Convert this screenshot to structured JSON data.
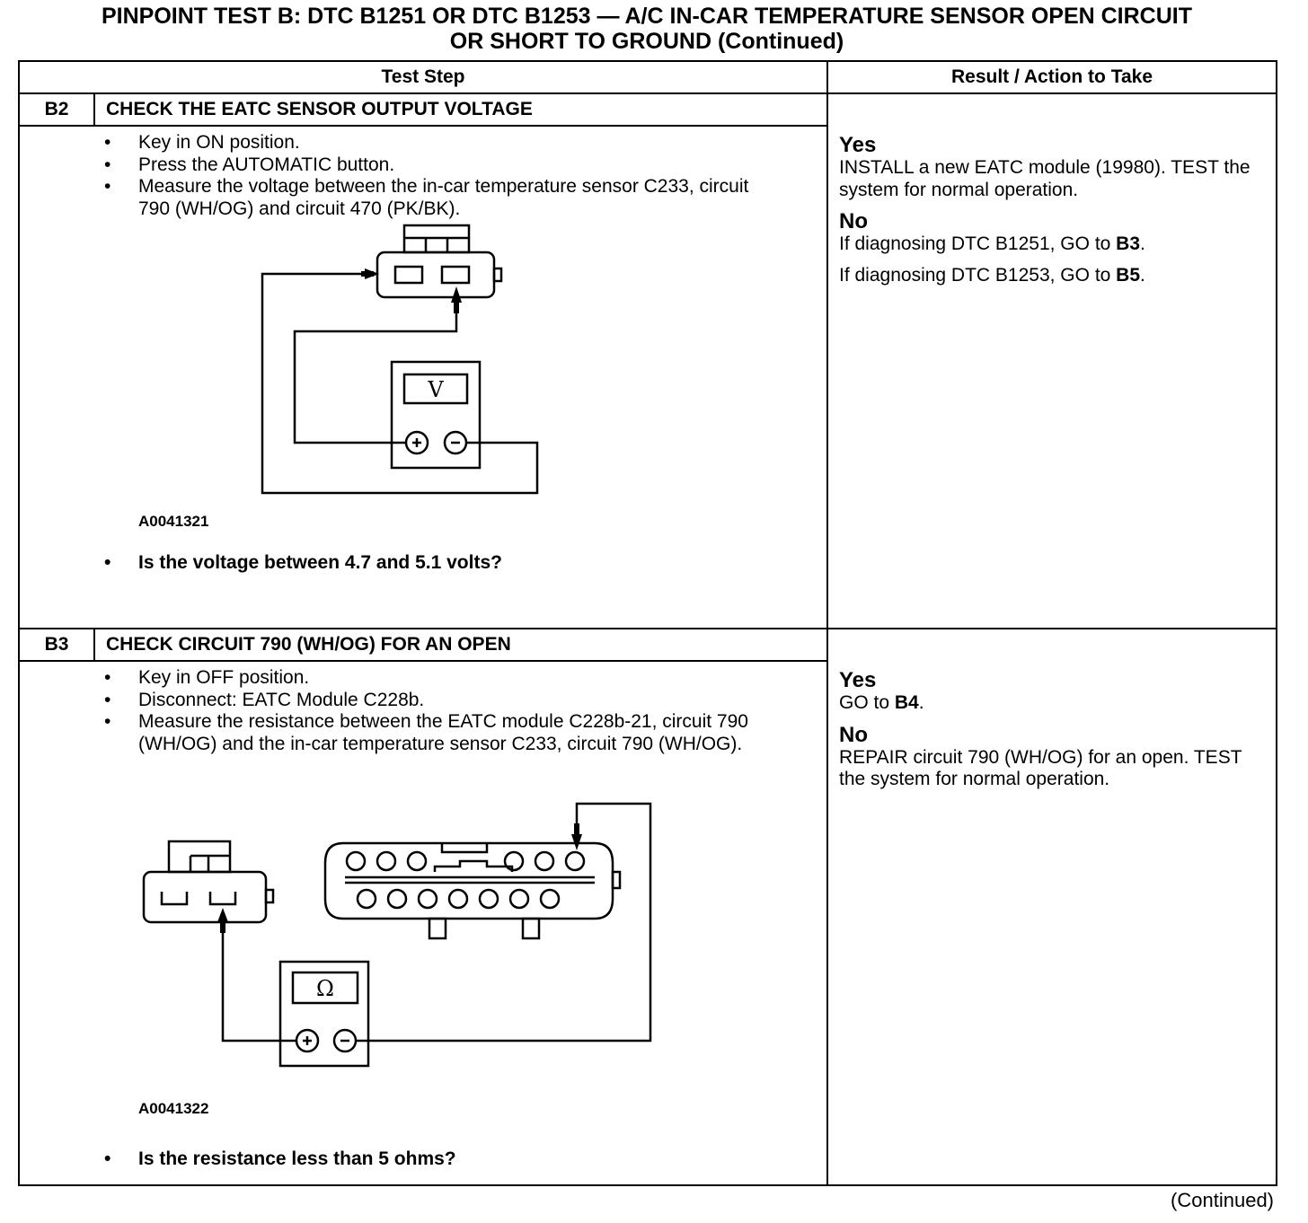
{
  "title": {
    "line1": "PINPOINT TEST B: DTC B1251 OR DTC B1253 — A/C IN-CAR TEMPERATURE SENSOR OPEN CIRCUIT",
    "line2": "OR SHORT TO GROUND (Continued)"
  },
  "headers": {
    "test_step": "Test Step",
    "result": "Result / Action to Take"
  },
  "b2": {
    "id": "B2",
    "title": "CHECK THE EATC SENSOR OUTPUT VOLTAGE",
    "steps": [
      "Key in ON position.",
      "Press the AUTOMATIC button.",
      "Measure the voltage between the in-car temperature sensor C233, circuit 790 (WH/OG) and circuit 470 (PK/BK)."
    ],
    "meter_symbol": "V",
    "figure_id": "A0041321",
    "question": "Is the voltage between 4.7 and 5.1 volts?",
    "yes_label": "Yes",
    "yes_text": "INSTALL a new EATC module (19980). TEST the system for normal operation.",
    "no_label": "No",
    "no_text1_pre": "If diagnosing DTC B1251, GO to ",
    "no_text1_ref": "B3",
    "no_text2_pre": "If diagnosing DTC B1253, GO to ",
    "no_text2_ref": "B5"
  },
  "b3": {
    "id": "B3",
    "title": "CHECK CIRCUIT 790 (WH/OG) FOR AN OPEN",
    "steps": [
      "Key in OFF position.",
      "Disconnect: EATC Module C228b.",
      "Measure the resistance between the EATC module C228b-21, circuit 790 (WH/OG) and the in-car temperature sensor C233, circuit 790 (WH/OG)."
    ],
    "meter_symbol": "Ω",
    "figure_id": "A0041322",
    "question": "Is the resistance less than 5 ohms?",
    "yes_label": "Yes",
    "yes_pre": "GO to ",
    "yes_ref": "B4",
    "no_label": "No",
    "no_text": "REPAIR circuit 790 (WH/OG) for an open. TEST the system for normal operation."
  },
  "footer": "(Continued)"
}
